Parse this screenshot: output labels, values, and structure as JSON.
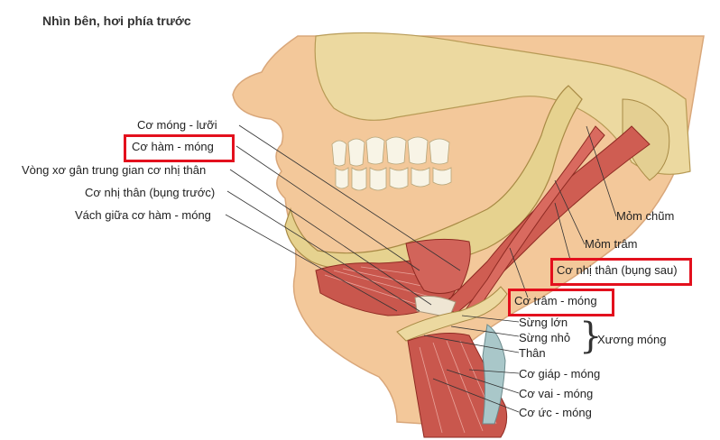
{
  "title": "Nhìn bên, hơi phía trước",
  "labels": {
    "co_mong_luoi": "Cơ móng - lưỡi",
    "co_ham_mong": "Cơ hàm - móng",
    "vong_xo": "Vòng xơ gân trung gian cơ nhị thân",
    "co_nhi_than_truoc": "Cơ nhị thân (bụng trước)",
    "vach_giua": "Vách giữa cơ hàm - móng",
    "mom_chum": "Mỏm chũm",
    "mom_tram": "Mỏm trâm",
    "co_nhi_than_sau": "Cơ nhị thân (bụng sau)",
    "co_tram_mong": "Cơ trâm - móng",
    "sung_lon": "Sừng lớn",
    "sung_nho": "Sừng nhỏ",
    "than": "Thân",
    "xuong_mong": "Xương móng",
    "co_giap_mong": "Cơ giáp - móng",
    "co_vai_mong": "Cơ vai - móng",
    "co_uc_mong": "Cơ ức - móng"
  },
  "colors": {
    "highlight_box": "#e3101d",
    "bone": "#e9d79a",
    "muscle": "#c8504a",
    "skin": "#f1c394"
  }
}
